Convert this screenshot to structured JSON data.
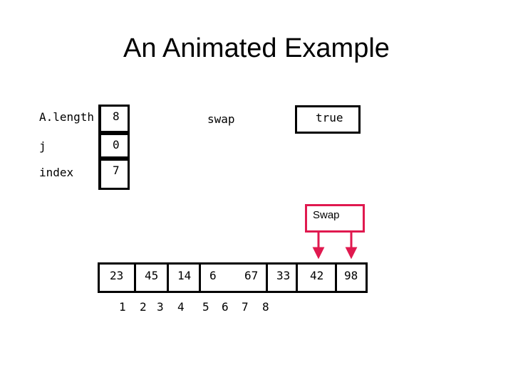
{
  "title": "An Animated Example",
  "variables": [
    {
      "label": "A.length",
      "value": "8"
    },
    {
      "label": "j",
      "value": "0"
    },
    {
      "label": "index",
      "value": "7"
    }
  ],
  "swap": {
    "label": "swap",
    "value": "true"
  },
  "callout": {
    "label": "Swap",
    "color": "#e0194f"
  },
  "array": {
    "values": [
      "23",
      "45",
      "14",
      "6",
      "67",
      "33",
      "42",
      "98"
    ],
    "indices": [
      "1",
      "2",
      "3",
      "4",
      "5",
      "6",
      "7",
      "8"
    ],
    "highlight_color": "#e0194f",
    "swapped_positions": [
      7,
      8
    ]
  }
}
